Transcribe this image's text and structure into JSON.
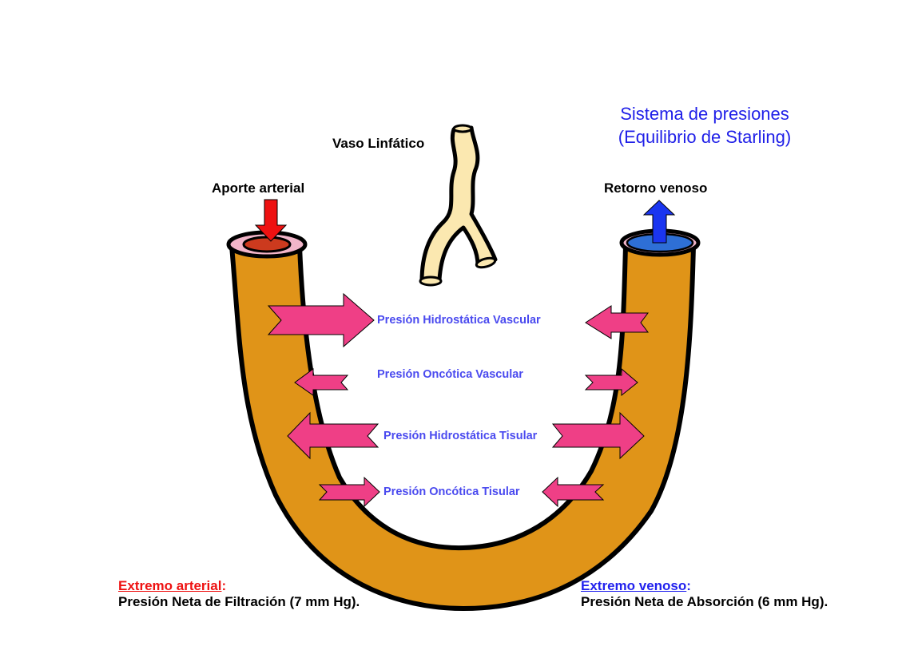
{
  "title": {
    "line1": "Sistema de presiones",
    "line2": "(Equilibrio de Starling)"
  },
  "labels": {
    "lymphatic": "Vaso Linfático",
    "arterial_supply": "Aporte arterial",
    "venous_return": "Retorno venoso"
  },
  "pressures": [
    {
      "label": "Presión Hidrostática Vascular",
      "arterial_dir": "out",
      "venous_dir": "out"
    },
    {
      "label": "Presión Oncótica Vascular",
      "arterial_dir": "in",
      "venous_dir": "in"
    },
    {
      "label": "Presión Hidrostática Tisular",
      "arterial_dir": "in",
      "venous_dir": "in"
    },
    {
      "label": "Presión Oncótica Tisular",
      "arterial_dir": "out",
      "venous_dir": "out"
    }
  ],
  "arterial_end": {
    "heading": "Extremo arterial",
    "colon": ":",
    "text": "Presión Neta de Filtración (7 mm Hg)."
  },
  "venous_end": {
    "heading": "Extremo venoso",
    "colon": ":",
    "text": "Presión Neta de Absorción (6 mm Hg)."
  },
  "colors": {
    "vessel": "#e09418",
    "lymph": "#fbe8b0",
    "arrow_pressure": "#ef3f86",
    "arterial_arrow": "#ee1111",
    "venous_arrow": "#1a35f0",
    "title_blue": "#1f1fe8",
    "pressure_text": "#4a4aef"
  }
}
